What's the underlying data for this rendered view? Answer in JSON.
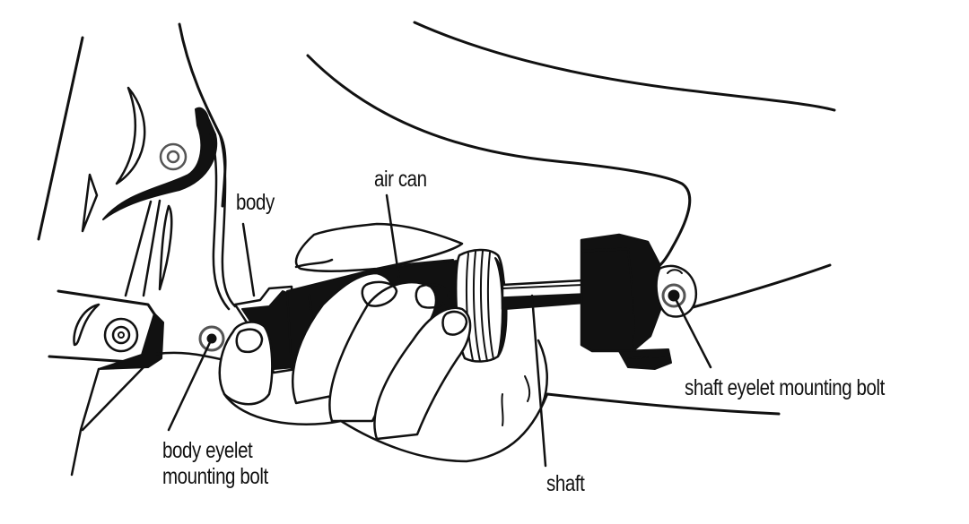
{
  "diagram": {
    "subject": "rear shock absorber held in hand between frame mounts",
    "labels": [
      {
        "id": "body",
        "text": "body"
      },
      {
        "id": "air_can",
        "text": "air can"
      },
      {
        "id": "shaft_eyelet_mounting_bolt",
        "text": "shaft eyelet mounting bolt"
      },
      {
        "id": "body_eyelet_mounting_bolt_line1",
        "text": "body eyelet"
      },
      {
        "id": "body_eyelet_mounting_bolt_line2",
        "text": "mounting bolt"
      },
      {
        "id": "shaft",
        "text": "shaft"
      }
    ],
    "colors": {
      "ink": "#111111",
      "background": "#ffffff",
      "ring": "#555555"
    }
  }
}
